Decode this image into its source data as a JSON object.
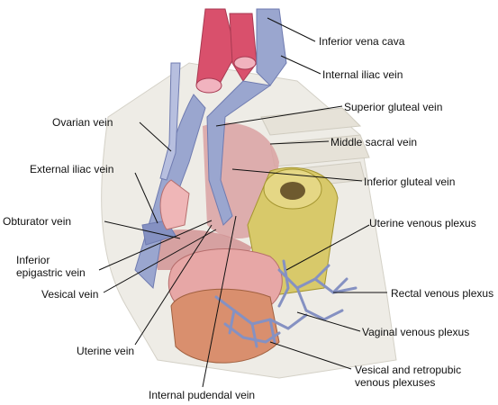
{
  "labels": {
    "inferior_vena_cava": "Inferior vena cava",
    "internal_iliac_vein": "Internal iliac vein",
    "superior_gluteal_vein": "Superior gluteal vein",
    "ovarian_vein": "Ovarian vein",
    "middle_sacral_vein": "Middle sacral vein",
    "external_iliac_vein": "External iliac vein",
    "inferior_gluteal_vein": "Inferior gluteal vein",
    "uterine_venous_plexus": "Uterine venous plexus",
    "obturator_vein": "Obturator vein",
    "inferior_epigastric_vein": "Inferior\nepigastric vein",
    "rectal_venous_plexus": "Rectal venous plexus",
    "vesical_vein": "Vesical vein",
    "vaginal_venous_plexus": "Vaginal venous plexus",
    "uterine_vein": "Uterine vein",
    "vesical_and_retropubic_venous_plexuses": "Vesical and retropubic\nvenous plexuses",
    "internal_pudendal_vein": "Internal pudendal vein"
  },
  "colors": {
    "vein": "#9aa6cf",
    "vein_dark": "#6f7bb0",
    "artery": "#d9506c",
    "rectum": "#d8c96a",
    "bladder": "#e7a7a6",
    "uterus": "#d98f6e",
    "muscle": "#d9a2a2",
    "bone": "#e6e4de",
    "leader_line": "#111111"
  }
}
